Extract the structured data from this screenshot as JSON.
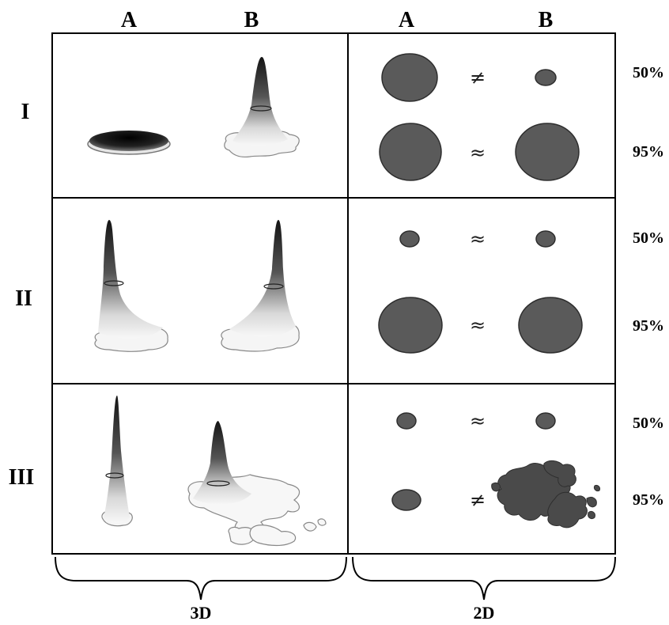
{
  "columns_3d": [
    "A",
    "B"
  ],
  "columns_2d": [
    "A",
    "B"
  ],
  "rows": [
    {
      "label": "I",
      "pct_top": "50%",
      "pct_bottom": "95%",
      "rel_top": "≠",
      "rel_bottom": "≈"
    },
    {
      "label": "II",
      "pct_top": "50%",
      "pct_bottom": "95%",
      "rel_top": "≈",
      "rel_bottom": "≈"
    },
    {
      "label": "III",
      "pct_top": "50%",
      "pct_bottom": "95%",
      "rel_top": "≈",
      "rel_bottom": "≠"
    }
  ],
  "group_labels": {
    "left": "3D",
    "right": "2D"
  },
  "colors": {
    "blob_fill": "#5a5a5a",
    "blob_stroke": "#2e2e2e",
    "peak_dark": "#151515",
    "peak_light": "#f4f4f4"
  }
}
